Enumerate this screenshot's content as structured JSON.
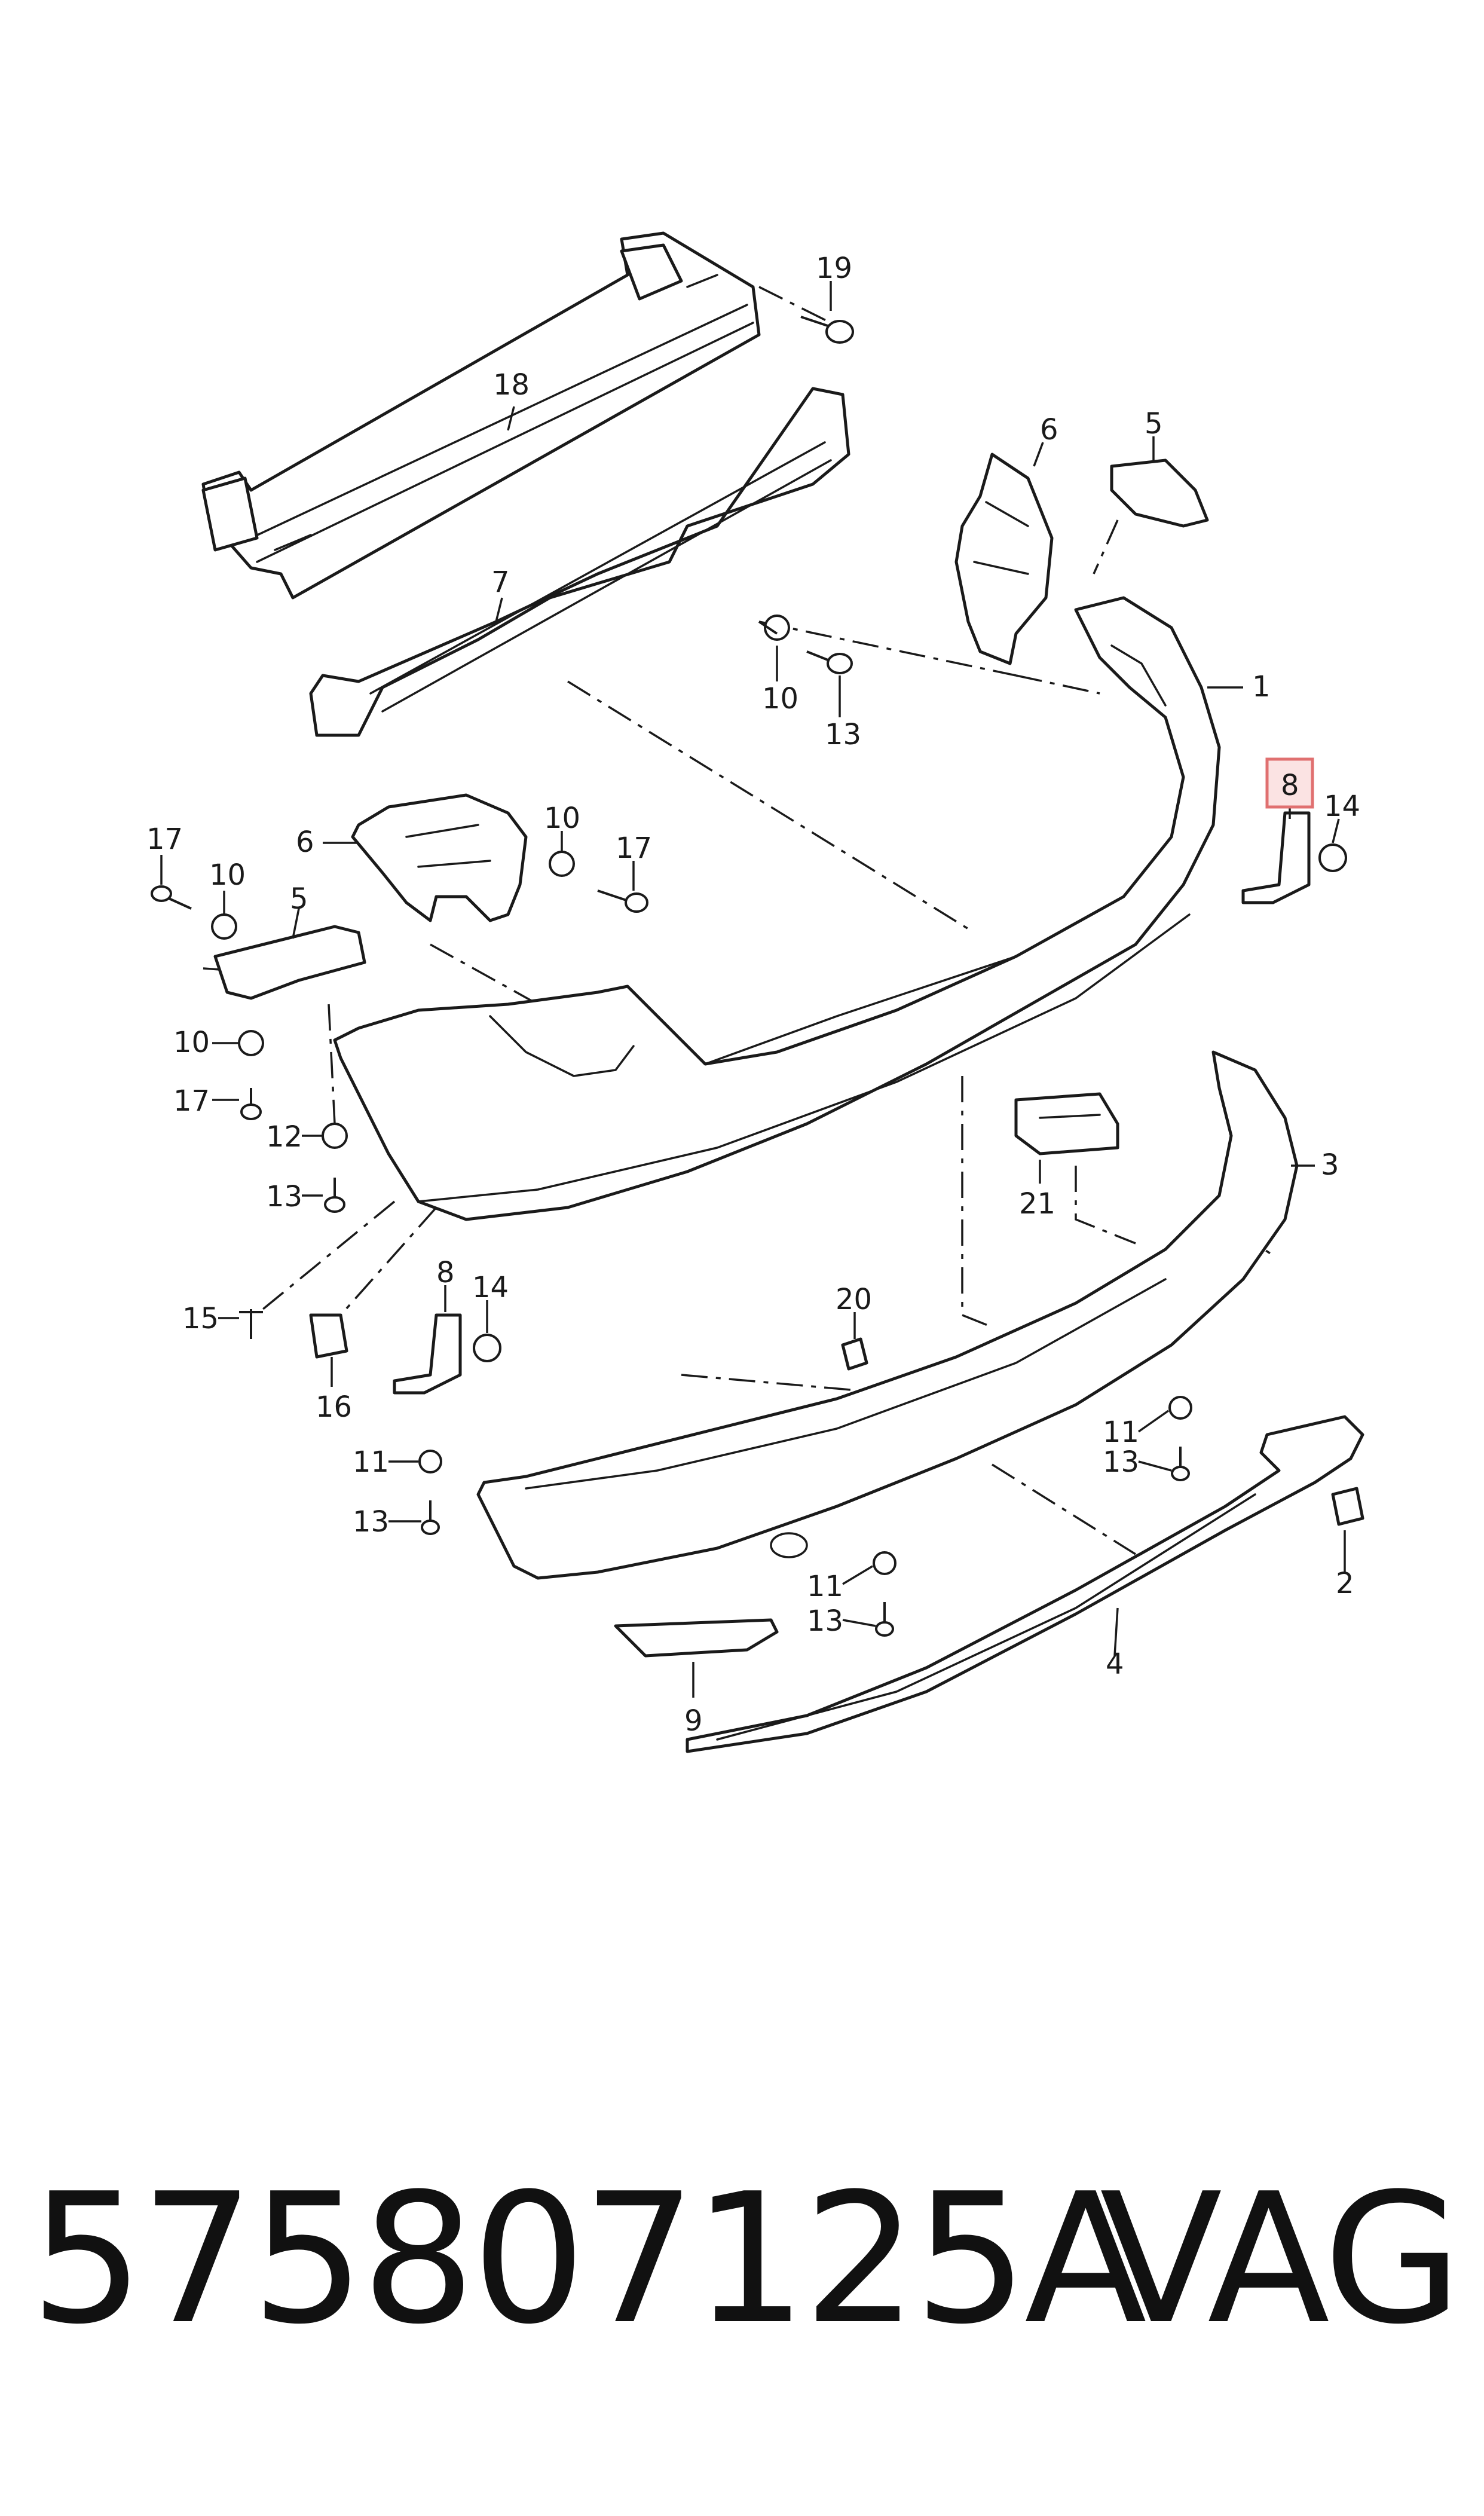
{
  "footer": {
    "part_number": "575807125A",
    "brand": "VAG"
  },
  "highlighted_callout": "8",
  "callouts": {
    "c1": "1",
    "c2": "2",
    "c3": "3",
    "c4": "4",
    "c5a": "5",
    "c5b": "5",
    "c6a": "6",
    "c6b": "6",
    "c7": "7",
    "c8a": "8",
    "c8b": "8",
    "c9": "9",
    "c10a": "10",
    "c10b": "10",
    "c10c": "10",
    "c10d": "10",
    "c11a": "11",
    "c11b": "11",
    "c11c": "11",
    "c12": "12",
    "c13a": "13",
    "c13b": "13",
    "c13c": "13",
    "c13d": "13",
    "c13e": "13",
    "c14a": "14",
    "c14b": "14",
    "c15": "15",
    "c16": "16",
    "c17a": "17",
    "c17b": "17",
    "c17c": "17",
    "c18": "18",
    "c19": "19",
    "c20": "20",
    "c21": "21"
  },
  "colors": {
    "line": "#1a1a1a",
    "highlight_fill": "#fbe3e3",
    "highlight_stroke": "#e07070"
  }
}
